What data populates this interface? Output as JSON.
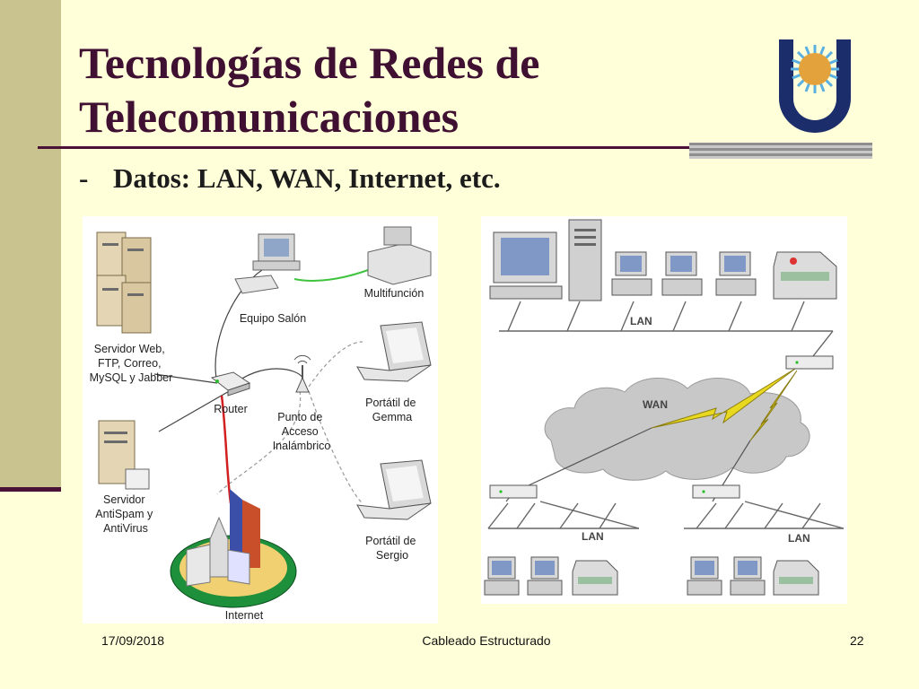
{
  "slide": {
    "title": "Tecnologías de Redes de Telecomunicaciones",
    "bullet_dash": "-",
    "bullet_text": "Datos: LAN, WAN, Internet, etc."
  },
  "left_diagram": {
    "labels": {
      "servers": [
        "Servidor Web,",
        "FTP, Correo,",
        "MySQL y Jabber"
      ],
      "equipo": "Equipo Salón",
      "multifuncion": "Multifunción",
      "router": "Router",
      "punto": [
        "Punto de",
        "Acceso",
        "Inalámbrico"
      ],
      "portatil_gemma": [
        "Portátil de",
        "Gemma"
      ],
      "antispam": [
        "Servidor",
        "AntiSpam y",
        "AntiVirus"
      ],
      "portatil_sergio": [
        "Portátil de",
        "Sergio"
      ],
      "internet": "Internet"
    }
  },
  "right_diagram": {
    "labels": {
      "lan_top": "LAN",
      "wan": "WAN",
      "lan_left": "LAN",
      "lan_right": "LAN"
    }
  },
  "footer": {
    "date": "17/09/2018",
    "center": "Cableado Estructurado",
    "page": "22"
  },
  "colors": {
    "title": "#3f1031",
    "background": "#ffffd9",
    "side_bar": "#c9c38f",
    "accent_line": "#4a1236"
  }
}
